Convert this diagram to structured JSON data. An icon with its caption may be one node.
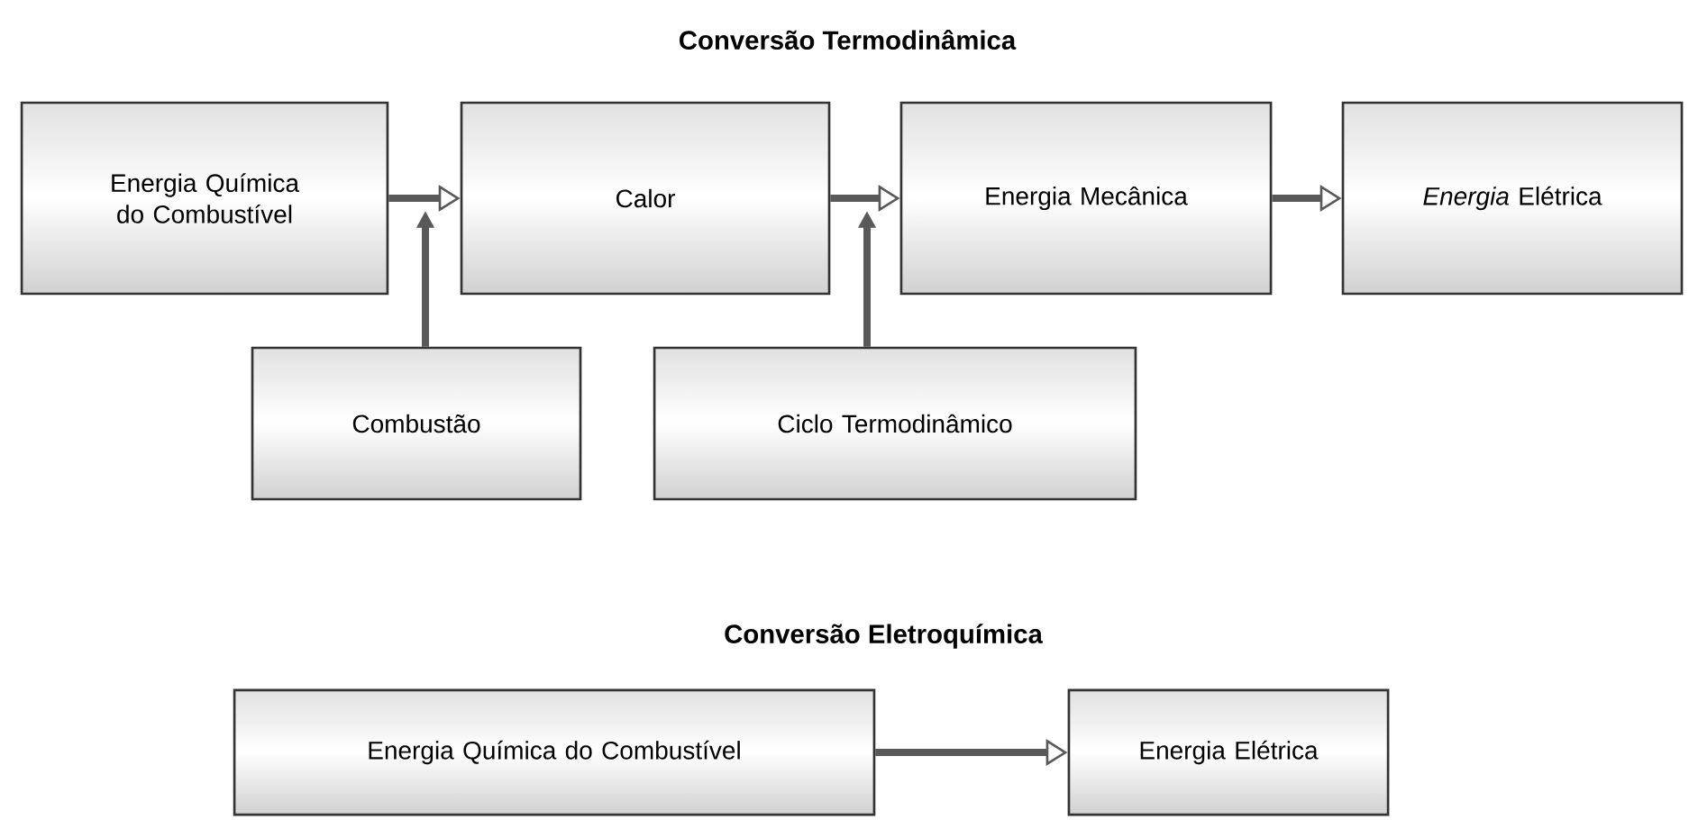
{
  "diagram": {
    "title": "Conversão Termodinâmica",
    "nodes": [
      {
        "text": [
          "Energia Química do Combustível"
        ]
      },
      {
        "text": [
          "Calor"
        ]
      },
      {
        "text": [
          "Energia Mecânica"
        ]
      },
      {
        "text": [
          "*Energia* Elétrica"
        ]
      },
      {
        "text": [
          "Combustão"
        ]
      },
      {
        "text": [
          "Ciclo Termodinâmico"
        ]
      },
      {
        "text": [
          "Energia Química do Combustível"
        ]
      },
      {
        "text": [
          "Energia Elétrica"
        ]
      }
    ],
    "edges": [
      {
        "from": 0,
        "to": 1,
        "arrow": "to"
      },
      {
        "from": 1,
        "to": 2,
        "arrow": "to"
      },
      {
        "from": 2,
        "to": 3,
        "arrow": "to"
      },
      {
        "from": 4,
        "to": null,
        "arrow": "to"
      },
      {
        "from": 5,
        "to": null,
        "arrow": "to"
      },
      {
        "from": 6,
        "to": 7,
        "arrow": "to"
      }
    ],
    "labels": [
      "Conversão Eletroquímica"
    ]
  }
}
